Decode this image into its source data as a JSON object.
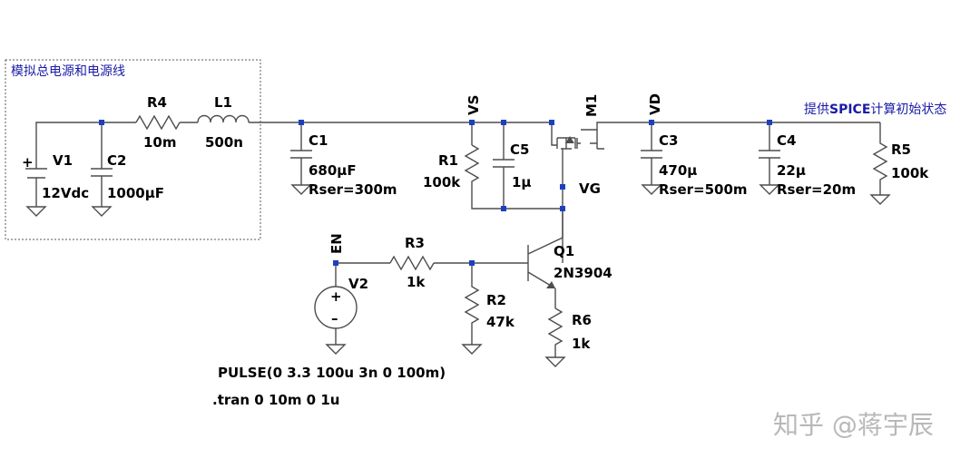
{
  "group_box": {
    "title": "模拟总电源和电源线"
  },
  "spice_note": {
    "prefix": "提供",
    "highlight": "SPICE",
    "suffix": "计算初始状态"
  },
  "components": {
    "V1": {
      "name": "V1",
      "value": "12Vdc"
    },
    "C2": {
      "name": "C2",
      "value": "1000µF"
    },
    "R4": {
      "name": "R4",
      "value": "10m"
    },
    "L1": {
      "name": "L1",
      "value": "500n"
    },
    "C1": {
      "name": "C1",
      "value": "680µF",
      "extra": "Rser=300m"
    },
    "R1": {
      "name": "R1",
      "value": "100k"
    },
    "C5": {
      "name": "C5",
      "value": "1µ"
    },
    "M1": {
      "name": "M1"
    },
    "C3": {
      "name": "C3",
      "value": "470µ",
      "extra": "Rser=500m"
    },
    "C4": {
      "name": "C4",
      "value": "22µ",
      "extra": "Rser=20m"
    },
    "R5": {
      "name": "R5",
      "value": "100k"
    },
    "R3": {
      "name": "R3",
      "value": "1k"
    },
    "R2": {
      "name": "R2",
      "value": "47k"
    },
    "Q1": {
      "name": "Q1",
      "value": "2N3904"
    },
    "R6": {
      "name": "R6",
      "value": "1k"
    },
    "V2": {
      "name": "V2"
    }
  },
  "nets": {
    "VS": "VS",
    "VD": "VD",
    "VG": "VG",
    "EN": "EN"
  },
  "directives": {
    "pulse": "PULSE(0 3.3 100u 3n 0 100m)",
    "tran": ".tran 0 10m 0 1u"
  },
  "watermark": "知乎 @蒋宇辰",
  "colors": {
    "wire": "#4d4d4d",
    "node": "#1f3fbf",
    "annotation": "#1a1aa6",
    "watermark": "#b8b8b8"
  }
}
